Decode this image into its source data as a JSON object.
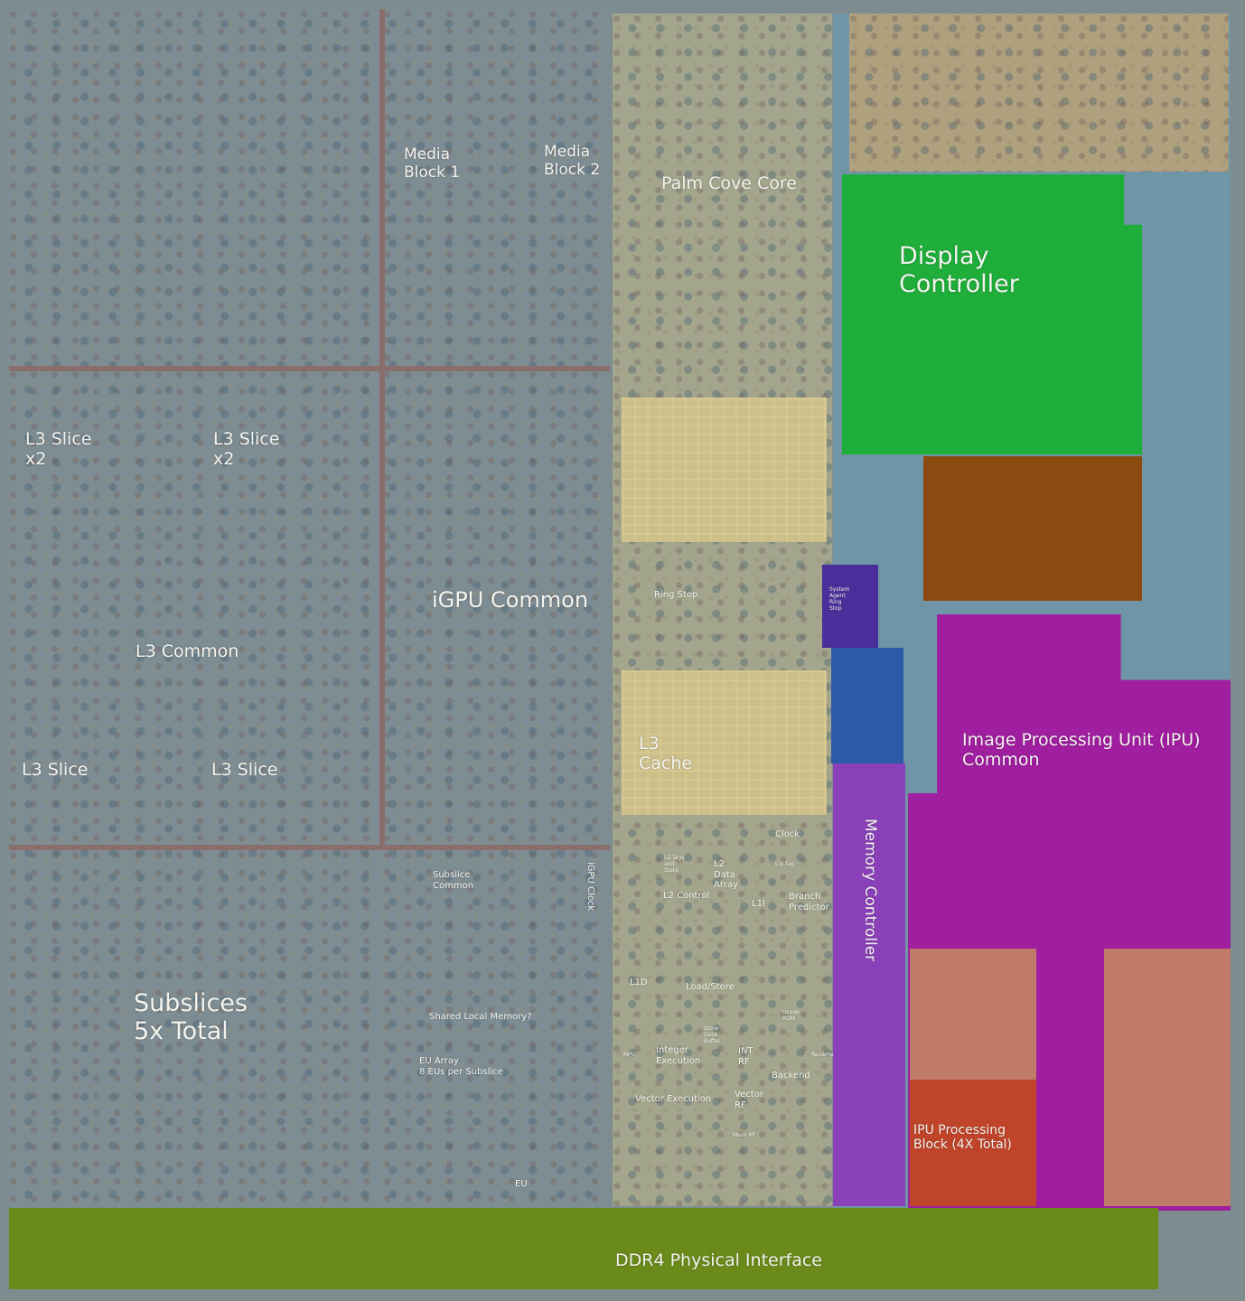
{
  "labels": {
    "media_block_1": "Media\nBlock 1",
    "media_block_2": "Media\nBlock 2",
    "palm_cove_core": "Palm Cove Core",
    "display_controller": "Display\nController",
    "l3_slice_x2_left": "L3 Slice\nx2",
    "l3_slice_x2_right": "L3 Slice\nx2",
    "igpu_common": "iGPU Common",
    "ring_stop": "Ring Stop",
    "system_agent_ring_stop": "System\nAgent\nRing\nStop",
    "l3_common": "L3 Common",
    "image_processing_unit": "Image Processing Unit (IPU)\nCommon",
    "l3_cache": "L3\nCache",
    "l3_slice_left": "L3 Slice",
    "l3_slice_right": "L3 Slice",
    "memory_controller": "Memory Controller",
    "clock": "Clock",
    "igpu_clock": "iGPU Clock",
    "subslice_common": "Subslice\nCommon",
    "l2_tags_and_state": "L2 Tags\nand\nState",
    "l2_data_array": "L2\nData\nArray",
    "l1i_tag": "L1I Tag",
    "l2_control": "L2 Control",
    "l1i": "L1I",
    "branch_predictor": "Branch\nPredictor",
    "l1d": "L1D",
    "load_store": "Load/Store",
    "subslices_total": "Subslices\n5x Total",
    "shared_local_memory": "Shared Local Memory?",
    "store_data_buffer": "Store\nData\nBuffer",
    "ucode_rom": "Ucode\nROM",
    "integer_execution": "Integer\nExecution",
    "int_rf": "INT\nRF",
    "mpu": "MPU",
    "rename": "Rename",
    "eu_array": "EU Array\n8 EUs per Subslice",
    "backend": "Backend",
    "vector_execution": "Vector Execution",
    "vector_rf": "Vector\nRF",
    "mask_rf": "Mask RF",
    "ipu_processing_block": "IPU Processing\nBlock (4X Total)",
    "eu": "EU",
    "ddr4_physical_interface": "DDR4 Physical Interface"
  },
  "colors": {
    "die_base": "#7d8c8f",
    "display_controller": "#1fae3a",
    "orange_block": "#8a4a10",
    "ipu": "#a01ea0",
    "memory_controller": "#8a40b8",
    "system_agent": "#4a2f9a",
    "ring_blue": "#2b5aa6",
    "ipu_processing": "#c0442a",
    "ddr4": "#6a8a1a",
    "l3_cache": "#cdbf8a"
  }
}
